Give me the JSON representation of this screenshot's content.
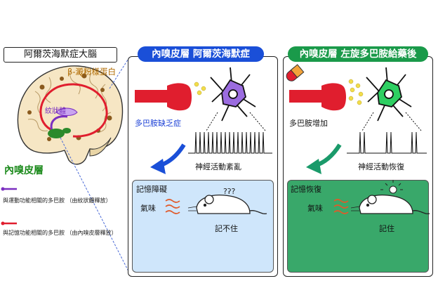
{
  "brain": {
    "title": "阿爾茨海默症大腦",
    "amyloid_label": "β-澱粉樣蛋白",
    "striatum_label": "紋狀體",
    "cortex_label": "內嗅皮層",
    "legend": [
      {
        "text": "與運動功能相關的多巴胺 （由紋狀體釋放）",
        "color": "#7b2fc0"
      },
      {
        "text": "與記憶功能相關的多巴胺 （由內嗅皮層釋放）",
        "color": "#e01e2e"
      }
    ]
  },
  "panels": [
    {
      "banner": "內嗅皮層 阿爾茨海默症",
      "banner_color": "#1a4fd8",
      "dopamine_label": "多巴胺缺乏症",
      "activity_label": "神經活動紊亂",
      "memory_title": "記憶障礙",
      "smell_label": "氣味",
      "result_label": "記不住",
      "memory_bg": "#cfe6fb",
      "arrow_color": "#1a4fd8",
      "neuron_color": "#9b6ce0"
    },
    {
      "banner": "內嗅皮層 左旋多巴胺給藥後",
      "banner_color": "#1a9a4a",
      "dopamine_label": "多巴胺增加",
      "activity_label": "神經活動恢復",
      "memory_title": "記憶恢復",
      "smell_label": "氣味",
      "result_label": "記住",
      "memory_bg": "#39a86a",
      "arrow_color": "#1a9a6a",
      "neuron_color": "#2ecf62"
    }
  ]
}
